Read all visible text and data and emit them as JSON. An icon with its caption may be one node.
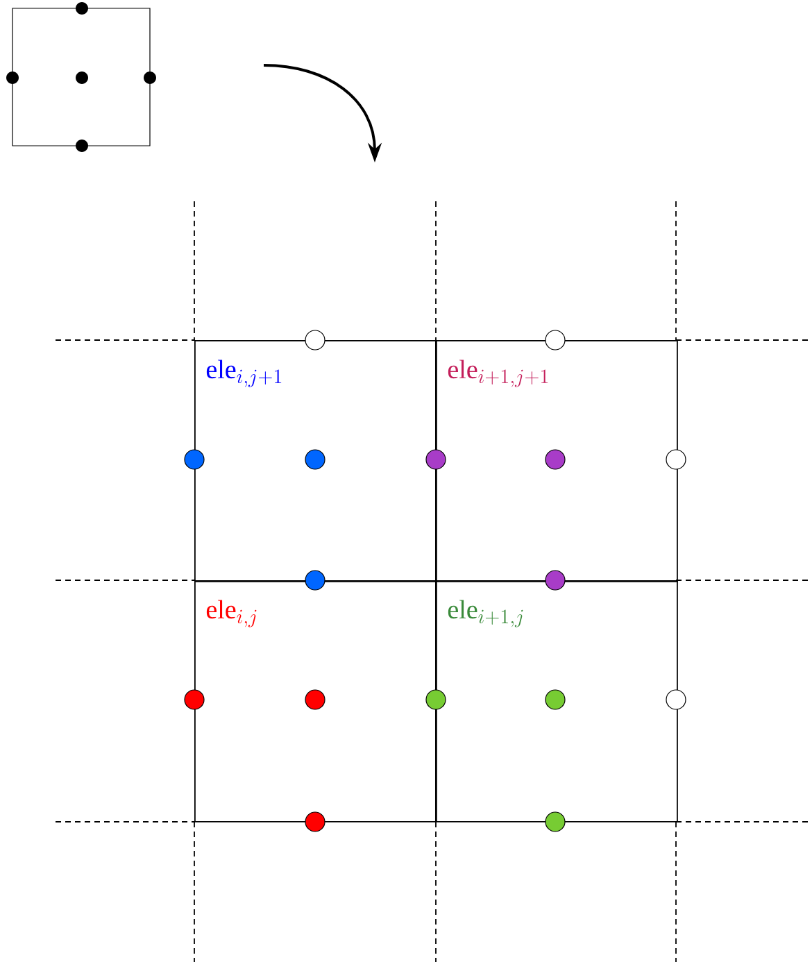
{
  "diagram": {
    "nodes": [
      {
        "text": [],
        "shape": "box"
      },
      {
        "text": [
          "\\mathrm{ele}_{i,j+1}"
        ]
      },
      {
        "text": [
          "\\mathrm{ele}_{i+1,j+1}"
        ]
      },
      {
        "text": [
          "\\mathrm{ele}_{i,j}"
        ]
      },
      {
        "text": [
          "\\mathrm{ele}_{i+1,j}"
        ]
      }
    ]
  }
}
